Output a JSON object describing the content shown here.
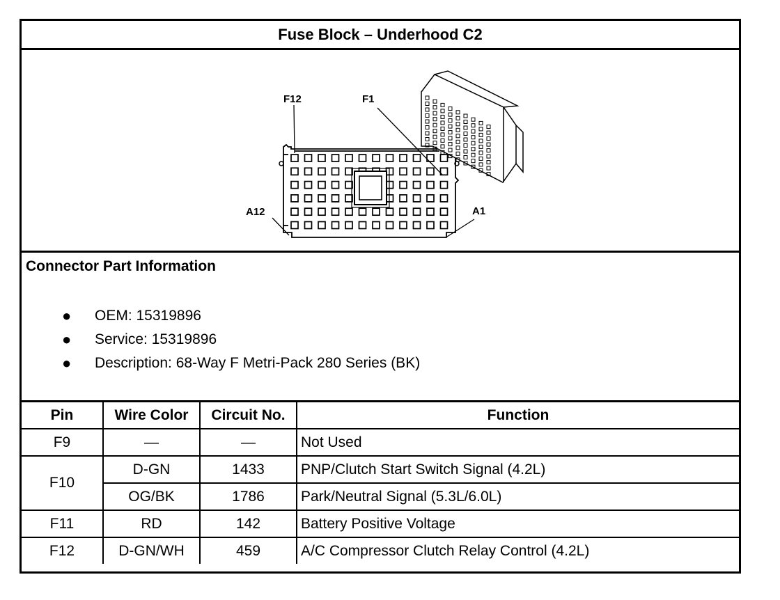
{
  "title": "Fuse Block – Underhood C2",
  "diagram": {
    "labels": {
      "f12": "F12",
      "f1": "F1",
      "a12": "A12",
      "a1": "A1"
    }
  },
  "connector_info": {
    "heading": "Connector Part Information",
    "items": [
      "OEM: 15319896",
      "Service: 15319896",
      "Description: 68-Way F Metri-Pack 280 Series (BK)"
    ]
  },
  "table": {
    "headers": [
      "Pin",
      "Wire Color",
      "Circuit No.",
      "Function"
    ],
    "rows": [
      {
        "pin": "F9",
        "wire": "—",
        "circuit": "—",
        "function": "Not Used"
      },
      {
        "pin": "F10",
        "wire": "D-GN",
        "circuit": "1433",
        "function": "PNP/Clutch Start Switch Signal (4.2L)"
      },
      {
        "pin": "",
        "wire": "OG/BK",
        "circuit": "1786",
        "function": "Park/Neutral Signal (5.3L/6.0L)"
      },
      {
        "pin": "F11",
        "wire": "RD",
        "circuit": "142",
        "function": "Battery Positive Voltage"
      },
      {
        "pin": "F12",
        "wire": "D-GN/WH",
        "circuit": "459",
        "function": "A/C Compressor Clutch Relay Control (4.2L)"
      }
    ]
  }
}
